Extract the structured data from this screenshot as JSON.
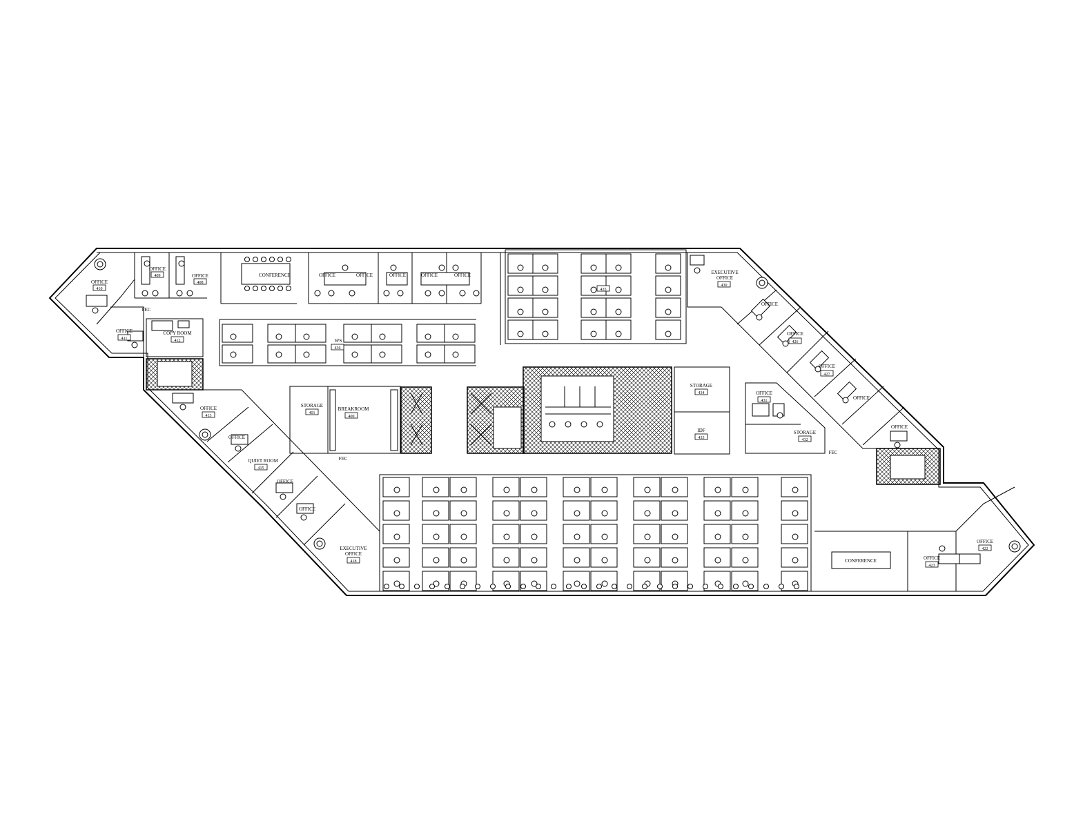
{
  "labels": {
    "office": "OFFICE",
    "conference": "CONFERENCE",
    "executive_office_l1": "EXECUTIVE",
    "executive_office_l2": "OFFICE",
    "storage": "STORAGE",
    "breakroom": "BREAKROOM",
    "copy_room": "COPY ROOM",
    "quiet_room": "QUIET ROOM",
    "idf": "IDF",
    "ws": "WS",
    "fec": "FEC"
  },
  "rooms": {
    "r410": "410",
    "r409": "409",
    "r408": "408",
    "r411": "411",
    "r412": "412",
    "r413": "413",
    "r415": "415",
    "r418": "418",
    "r401": "401",
    "r400": "400",
    "r436": "436",
    "r435": "435",
    "r430": "430",
    "r434": "434",
    "r433": "433",
    "r431": "431",
    "r432": "432",
    "r426": "426",
    "r427": "427",
    "r422": "422",
    "r423": "423"
  }
}
